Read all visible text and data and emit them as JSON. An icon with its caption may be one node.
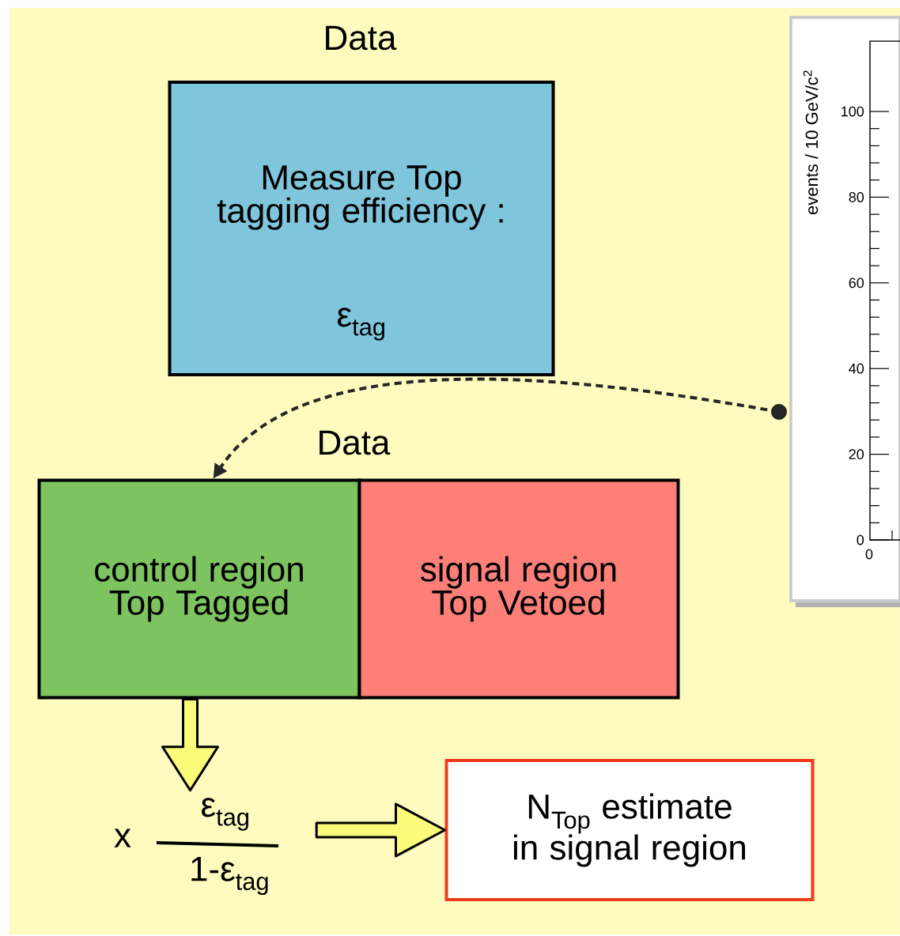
{
  "diagram": {
    "nodes": [
      {
        "text": [
          "Data",
          "Measure Top tagging efficiency :",
          "ε$_{tag}$"
        ]
      },
      {
        "text": [
          "control region Top Tagged"
        ]
      },
      {
        "text": [
          "signal region Top Vetoed"
        ]
      },
      {
        "text": [
          "x",
          "ε$_{tag}$",
          "1-ε$_{tag}$"
        ]
      },
      {
        "text": [
          "N$_{Top}$ estimate in signal region"
        ]
      },
      {
        "text": [],
        "shape": "picture"
      }
    ],
    "edges": [
      {
        "from": 5,
        "to": 1,
        "arrow": "to",
        "style": "dashed"
      },
      {
        "from": 1,
        "to": 3,
        "arrow": "to",
        "style": "thick",
        "color": "#fbfb7a"
      },
      {
        "from": 3,
        "to": 4,
        "arrow": "to",
        "style": "thick",
        "color": "#fbfb7a"
      }
    ],
    "labels": [
      "Data",
      "events / 10 GeV/c$^{2}$",
      "100",
      "80",
      "60",
      "40",
      "20",
      "0",
      "0"
    ]
  }
}
